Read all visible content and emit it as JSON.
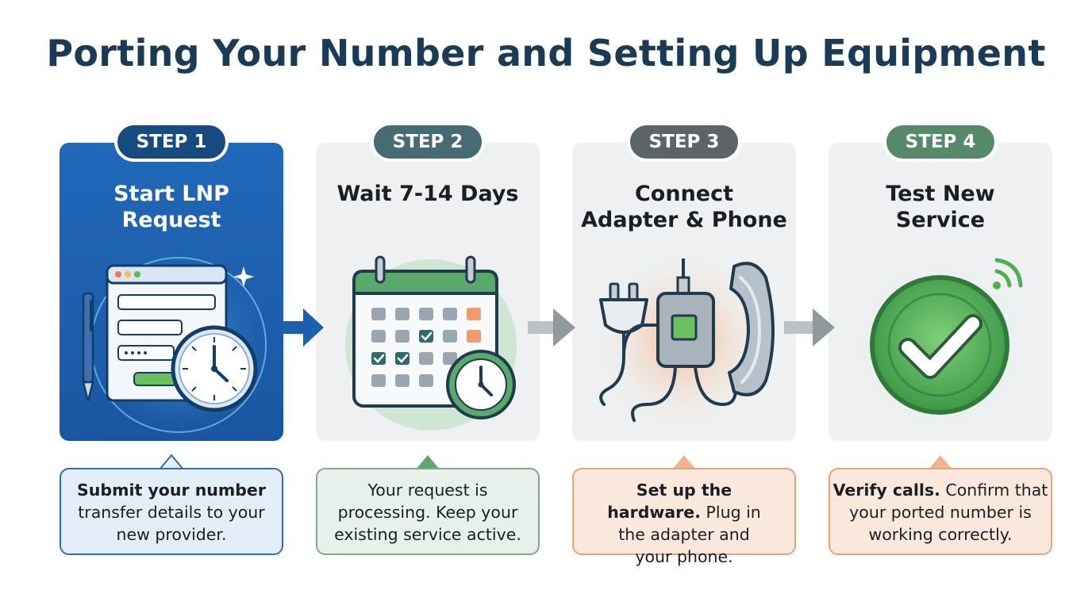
{
  "title": "Porting Your Number and Setting Up Equipment",
  "colors": {
    "step1": "#1d5fae",
    "step2": "#466b72",
    "step3": "#5d6468",
    "step4": "#55896a",
    "accent_green": "#4caf50",
    "accent_orange": "#f19a6b"
  },
  "steps": [
    {
      "label": "STEP 1",
      "title": "Start LNP\nRequest",
      "icon": "web-form-with-clock-icon",
      "desc_bold": "Submit your number",
      "desc_rest": " transfer details to your new provider."
    },
    {
      "label": "STEP 2",
      "title": "Wait 7-14 Days",
      "icon": "calendar-with-clock-icon",
      "desc_bold": "",
      "desc_rest": "Your request is processing. Keep your existing service active."
    },
    {
      "label": "STEP 3",
      "title": "Connect\nAdapter & Phone",
      "icon": "plug-adapter-phone-icon",
      "desc_bold": "Set up the hardware.",
      "desc_rest": " Plug in the adapter and your phone."
    },
    {
      "label": "STEP 4",
      "title": "Test New\nService",
      "icon": "check-circle-icon",
      "desc_bold": "Verify calls.",
      "desc_rest": " Confirm that your ported number is working correctly."
    }
  ]
}
